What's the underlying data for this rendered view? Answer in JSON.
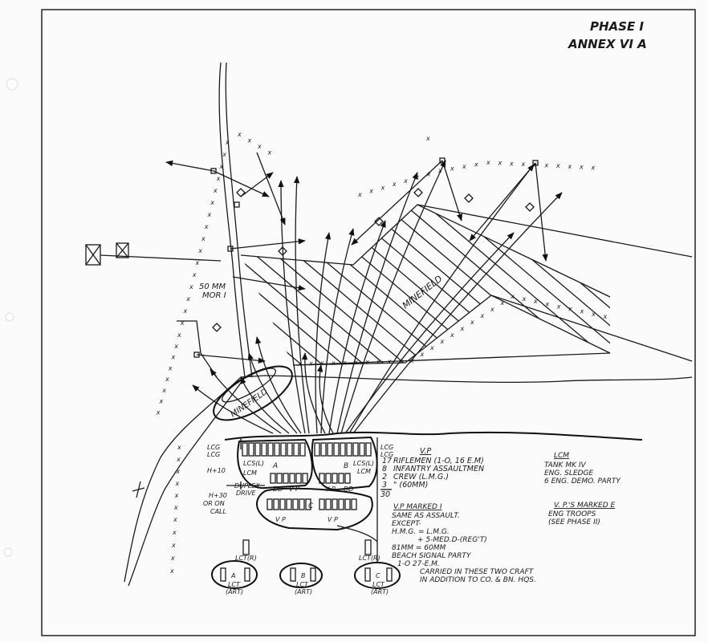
{
  "header": {
    "phase": "PHASE  I",
    "annex": "ANNEX  VI  A"
  },
  "map_labels": {
    "mortar": [
      "50 MM",
      "MOR I"
    ],
    "minefield_main": "MINEFIELD",
    "minefield_left": "MINEFIELD",
    "lcg1": "LCG",
    "lcg2": "LCG",
    "lcs_left": "LCS(L)",
    "lcm_left": "LCM",
    "lcs_right": "LCS(L)",
    "lcm_right": "LCM",
    "lcg_r1": "LCG",
    "lcg_r2": "LCG",
    "h10": "H+10",
    "h30": "H+30",
    "or_on": "OR ON",
    "call": "CALL",
    "duplex": "DUPLEX",
    "drive": "DRIVE",
    "wave_a": "A",
    "wave_b": "B",
    "wave_c": "C",
    "vp": "V P",
    "dd": "DD",
    "time_scale": "3 0"
  },
  "lct": [
    {
      "top": "LCT(R)",
      "letter": "A",
      "name": "LCT",
      "sub": "(ART)"
    },
    {
      "top": "",
      "letter": "B",
      "name": "LCT",
      "sub": "(ART)"
    },
    {
      "top": "LCT(R)",
      "letter": "C",
      "name": "LCT",
      "sub": "(ART)"
    }
  ],
  "vp_legend": {
    "title": "V.P",
    "rows": [
      {
        "n": "17",
        "text": "RIFLEMEN  (1-O, 16 E.M)"
      },
      {
        "n": "8",
        "text": "INFANTRY  ASSAULTMEN"
      },
      {
        "n": "2",
        "text": "CREW   (L.M.G.)"
      },
      {
        "n": "3",
        "text": "\"      (60MM)"
      }
    ],
    "total": "30"
  },
  "vp_marked": {
    "title": "V.P MARKED  I",
    "lines": [
      "SAME AS ASSAULT.",
      "EXCEPT-",
      "H.M.G. = L.M.G.",
      "+ 5-MED.D-(REG'T)",
      "81MM = 60MM",
      "BEACH  SIGNAL  PARTY",
      "1-O  27-E.M."
    ]
  },
  "lcm_legend": {
    "title": "LCM",
    "lines": [
      "TANK  MK  IV",
      "ENG.  SLEDGE",
      "6  ENG.  DEMO. PARTY"
    ]
  },
  "vp_e_legend": {
    "title": "V. P.'S  MARKED  E",
    "lines": [
      "ENG  TROOPS",
      "(SEE  PHASE  II)"
    ]
  },
  "carried_note": [
    "CARRIED  IN  THESE  TWO  CRAFT",
    "IN  ADDITION  TO  CO. & BN.  HQS."
  ]
}
